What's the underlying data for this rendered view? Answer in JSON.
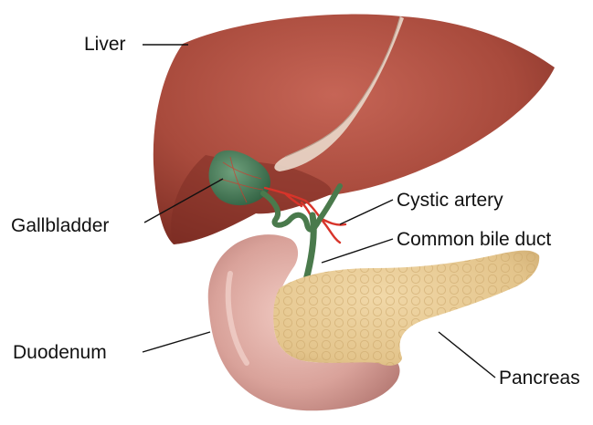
{
  "labels": {
    "liver": "Liver",
    "gallbladder": "Gallbladder",
    "cystic_artery": "Cystic artery",
    "common_bile_duct": "Common bile duct",
    "duodenum": "Duodenum",
    "pancreas": "Pancreas"
  },
  "colors": {
    "liver": "#a84a3c",
    "liver_shadow": "#7e2e24",
    "ligament": "#e8d6c8",
    "gallbladder": "#3f7a55",
    "bile_duct": "#4a7a4c",
    "artery": "#d8342a",
    "duodenum": "#c98f89",
    "duodenum_light": "#e6b8b0",
    "pancreas": "#e3c48b",
    "pancreas_dark": "#c9a56a",
    "leader_line": "#111111"
  }
}
